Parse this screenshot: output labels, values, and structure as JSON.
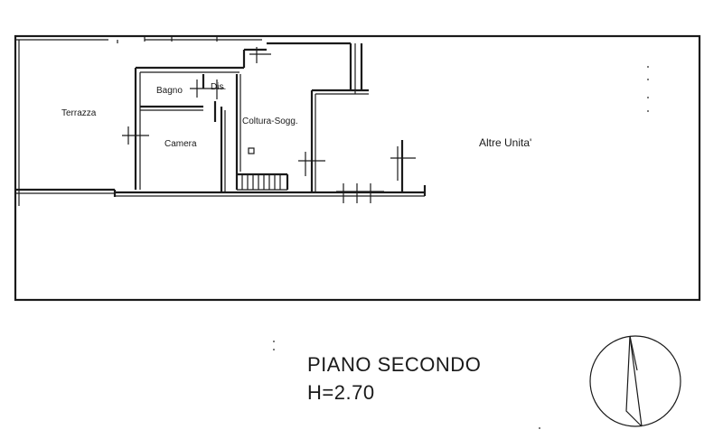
{
  "rooms": {
    "terrazza": "Terrazza",
    "bagno": "Bagno",
    "dis": "Dis.",
    "camera": "Camera",
    "coltura": "Coltura-Sogg.",
    "altre": "Altre Unita'"
  },
  "title": {
    "floor": "PIANO SECONDO",
    "height": "H=2.70"
  },
  "icons": {
    "north": "north-arrow-icon"
  }
}
